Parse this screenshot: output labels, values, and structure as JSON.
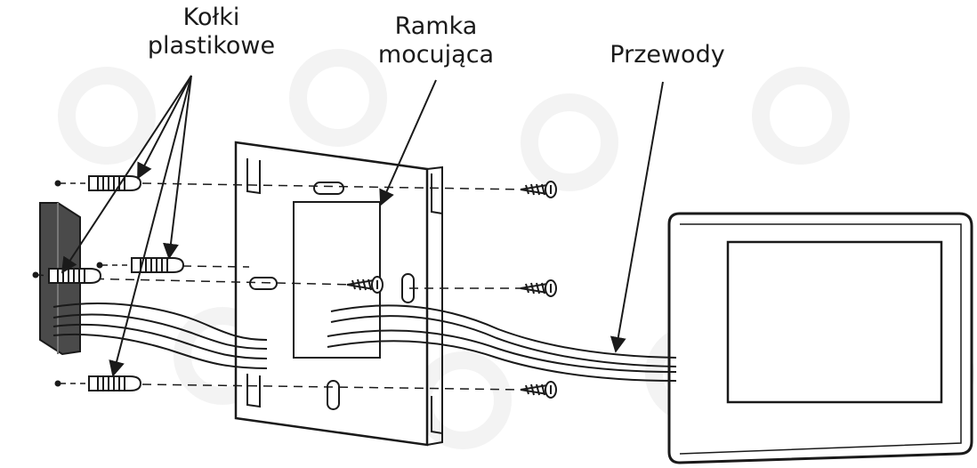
{
  "labels": {
    "kolki": {
      "line1": "Kołki",
      "line2": "plastikowe"
    },
    "ramka": {
      "line1": "Ramka",
      "line2": "mocująca"
    },
    "przewody": "Przewody"
  },
  "colors": {
    "ink": "#1a1a1a",
    "wall": "#4a4a4a",
    "background": "#ffffff"
  }
}
